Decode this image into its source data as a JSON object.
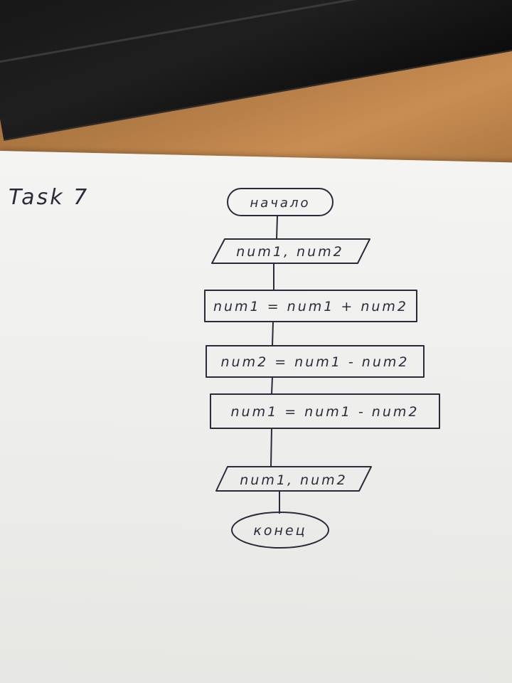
{
  "task_label": "Task 7",
  "flowchart": {
    "start": "начало",
    "input": "num1, num2",
    "step1": "num1 = num1 + num2",
    "step2": "num2 = num1 - num2",
    "step3": "num1 = num1 - num2",
    "output": "num1, num2",
    "end": "конец"
  },
  "colors": {
    "ink": "#2a2a3a",
    "paper": "#f2f2f0",
    "desk": "#b07a44"
  }
}
